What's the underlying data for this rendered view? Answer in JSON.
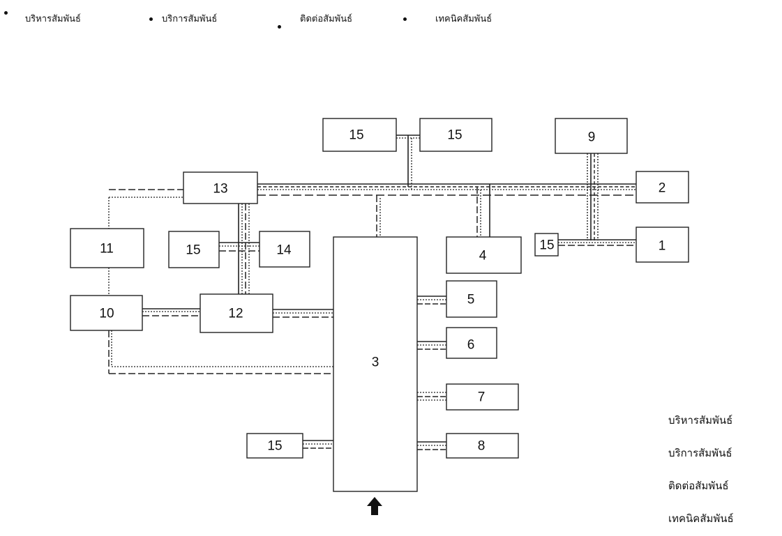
{
  "top_legend": [
    "บริหารสัมพันธ์",
    "บริการสัมพันธ์",
    "ติดต่อสัมพันธ์",
    "เทคนิคสัมพันธ์"
  ],
  "side_legend": [
    "บริหารสัมพันธ์",
    "บริการสัมพันธ์",
    "ติดต่อสัมพันธ์",
    "เทคนิคสัมพันธ์"
  ],
  "boxes": {
    "b15_top_left": "15",
    "b15_top_right": "15",
    "b9": "9",
    "b13": "13",
    "b2": "2",
    "b11": "11",
    "b15_mid_left": "15",
    "b14": "14",
    "b4": "4",
    "b15_small": "15",
    "b1": "1",
    "b10": "10",
    "b12": "12",
    "b5": "5",
    "b3": "3",
    "b6": "6",
    "b7": "7",
    "b15_bottom": "15",
    "b8": "8"
  },
  "line_styles": [
    "solid",
    "short-dash",
    "dotted",
    "long-dash"
  ]
}
